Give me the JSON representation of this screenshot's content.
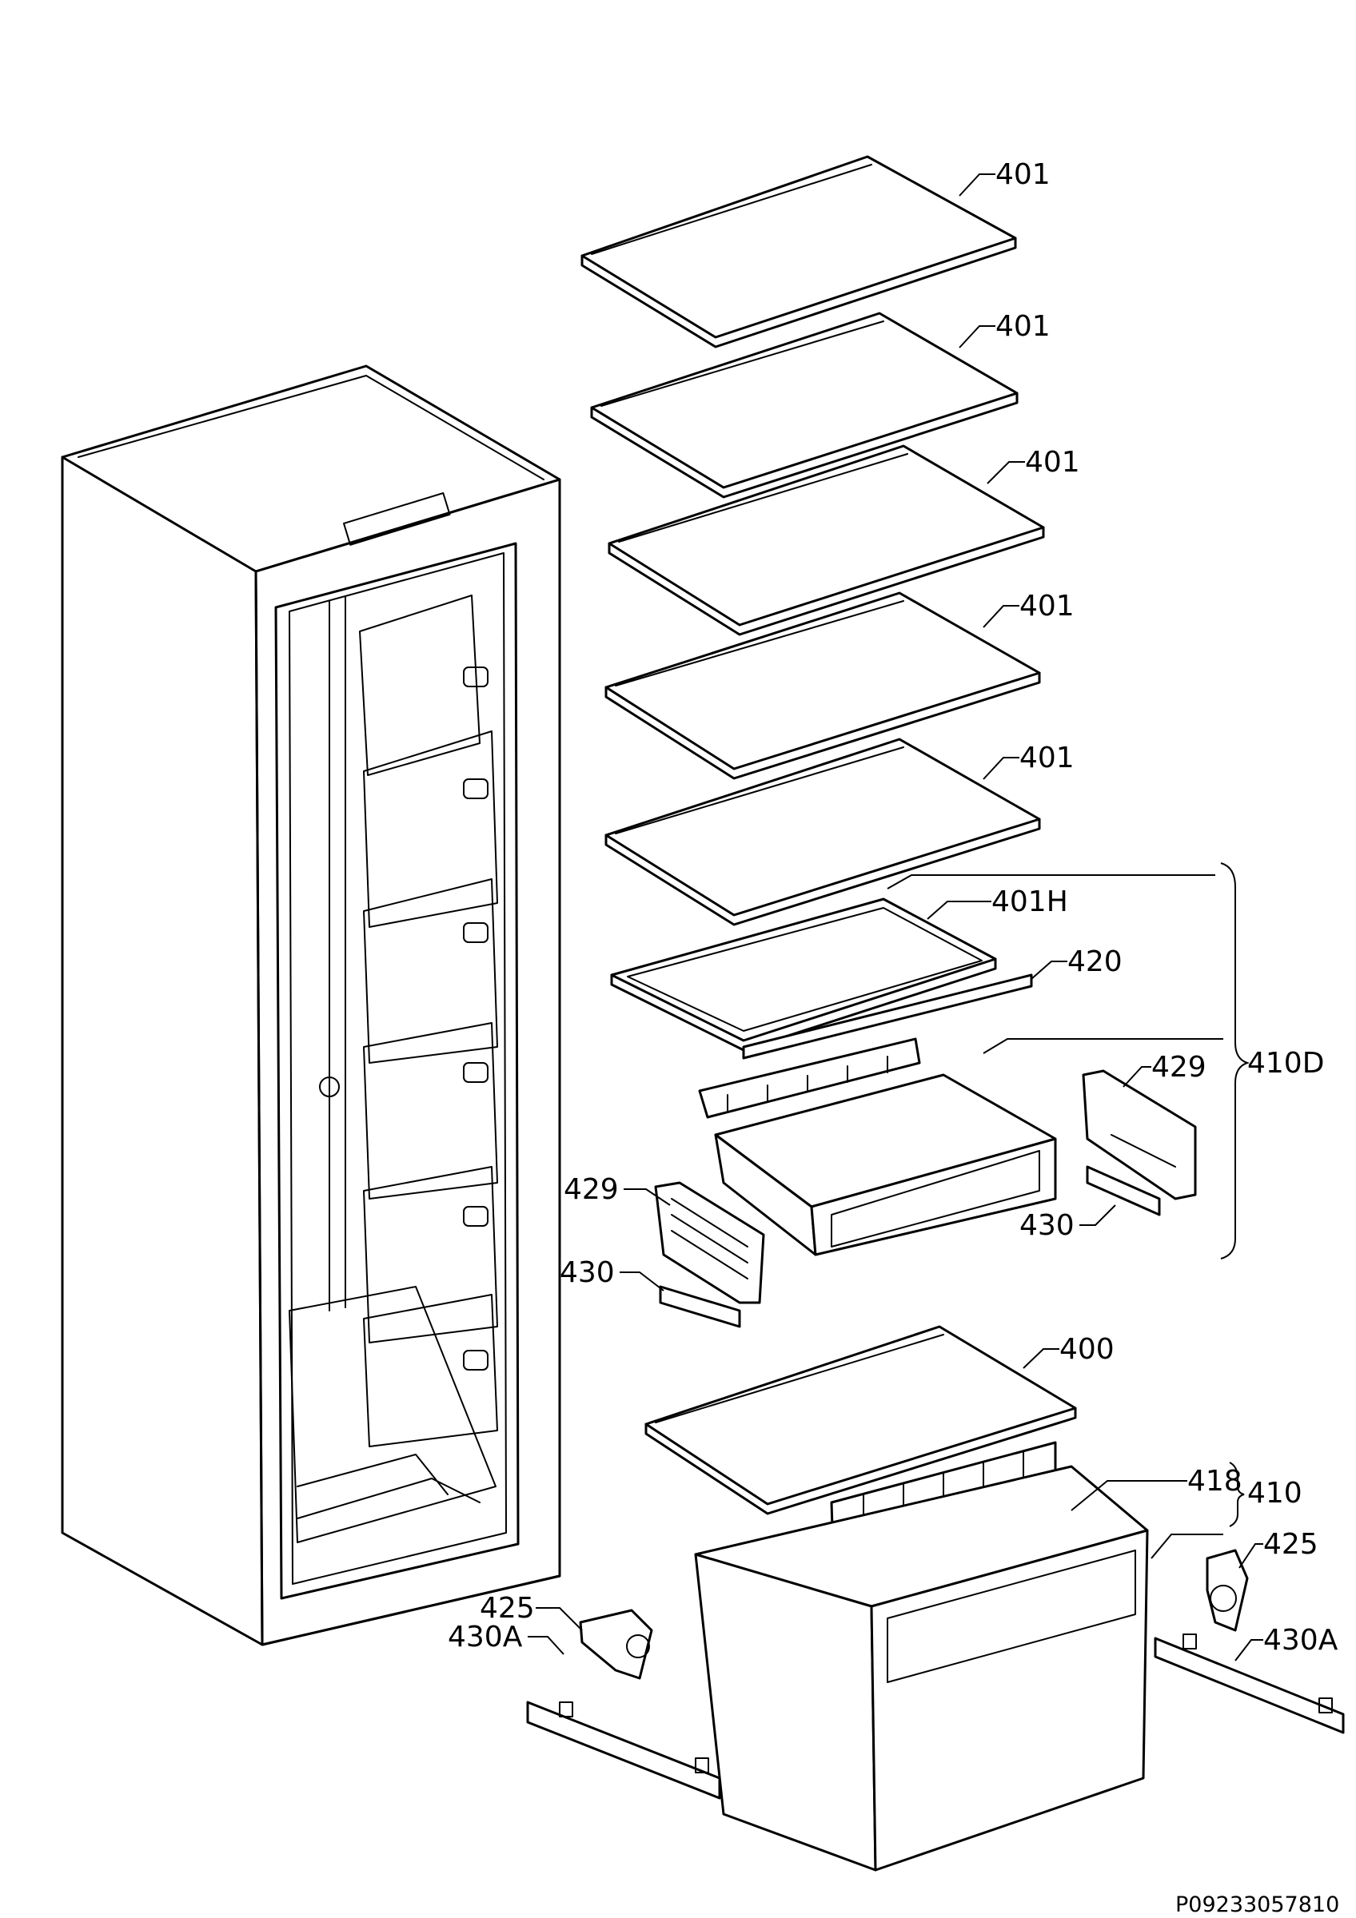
{
  "labels": {
    "shelf_401": "401",
    "shelf_401h": "401H",
    "strip_420": "420",
    "assembly_410d": "410D",
    "bracket_429": "429",
    "rail_430": "430",
    "shelf_400": "400",
    "divider_418": "418",
    "drawer_410": "410",
    "part_425": "425",
    "rail_430a": "430A"
  },
  "drawing_code": "P09233057810"
}
